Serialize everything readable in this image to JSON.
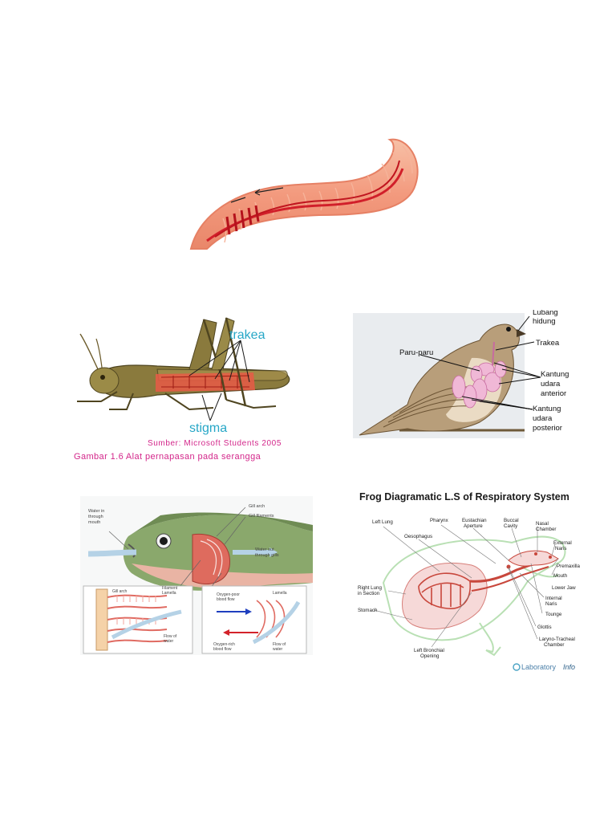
{
  "grasshopper": {
    "label_trakea": "trakea",
    "label_stigma": "stigma",
    "source": "Sumber: Microsoft Students 2005",
    "caption": "Gambar 1.6 Alat pernapasan pada serangga"
  },
  "bird": {
    "label_lubang": "Lubang",
    "label_hidung": "hidung",
    "label_trakea": "Trakea",
    "label_paru": "Paru-paru",
    "label_kantung_ant_1": "Kantung",
    "label_kantung_ant_2": "udara",
    "label_kantung_ant_3": "anterior",
    "label_kantung_post_1": "Kantung",
    "label_kantung_post_2": "udara",
    "label_kantung_post_3": "posterior"
  },
  "fish": {
    "water_in_1": "Water in",
    "water_in_2": "through",
    "water_in_3": "mouth",
    "gill_arch": "Gill arch",
    "gill_filaments": "Gill filaments",
    "water_out_1": "Water out",
    "water_out_2": "through gills",
    "inset_gill_arch": "Gill arch",
    "filament": "Filament",
    "lamella": "Lamella",
    "flow_water_1": "Flow of",
    "flow_water_2": "water",
    "oxygen_poor_1": "Oxygen-poor",
    "oxygen_poor_2": "blood flow",
    "lamella2": "Lamella",
    "oxygen_rich_1": "Oxygen-rich",
    "oxygen_rich_2": "blood flow",
    "flow_water2_1": "Flow of",
    "flow_water2_2": "water"
  },
  "frog": {
    "title": "Frog Diagramatic L.S of Respiratory System",
    "left_lung": "Left Lung",
    "pharynx": "Pharynx",
    "eustachian_1": "Eustachian",
    "eustachian_2": "Aperture",
    "buccal_1": "Buccal",
    "buccal_2": "Cavity",
    "nasal_1": "Nasal",
    "nasal_2": "Chamber",
    "oesophagus": "Oesophagus",
    "external_1": "External",
    "external_2": "Naris",
    "premaxilla": "Premaxilla",
    "mouth": "Mouth",
    "lower_jaw": "Lower Jaw",
    "right_lung_1": "Right Lung",
    "right_lung_2": "in Section",
    "internal_1": "Internal",
    "internal_2": "Naris",
    "tounge": "Tounge",
    "stomach": "Stomach",
    "glottis": "Glottis",
    "laryno_1": "Laryno-Tracheal",
    "laryno_2": "Chamber",
    "bronchial_1": "Left Bronchial",
    "bronchial_2": "Opening",
    "brand_a": "Laboratory",
    "brand_b": "Info"
  }
}
